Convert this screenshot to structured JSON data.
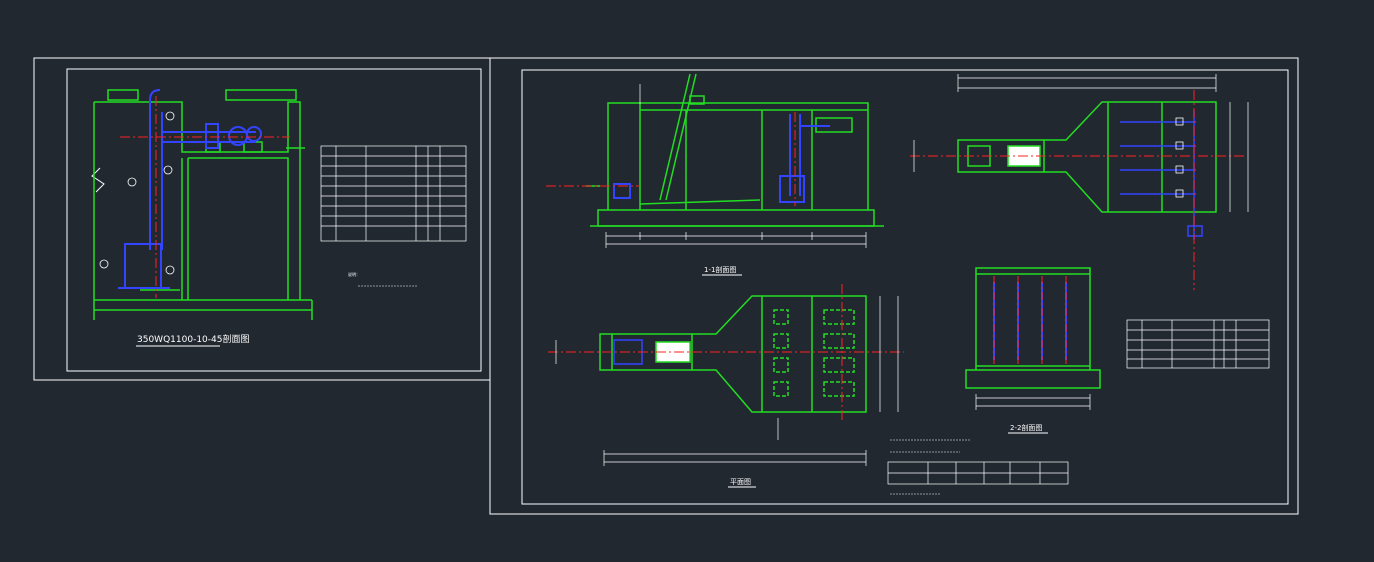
{
  "colors": {
    "background": "#212830",
    "frame": "#ffffff",
    "structure": "#22dd22",
    "pipe": "#3344ff",
    "centerline": "#ff2222",
    "dimension": "#ffffff"
  },
  "sheet1": {
    "title": "350WQ1100-10-45剖面图"
  },
  "sheet2": {
    "views": {
      "section_1_1": "1-1剖面图",
      "plan": "平面图",
      "section_2_2": "2-2剖面图"
    }
  },
  "notes_label": "说明："
}
